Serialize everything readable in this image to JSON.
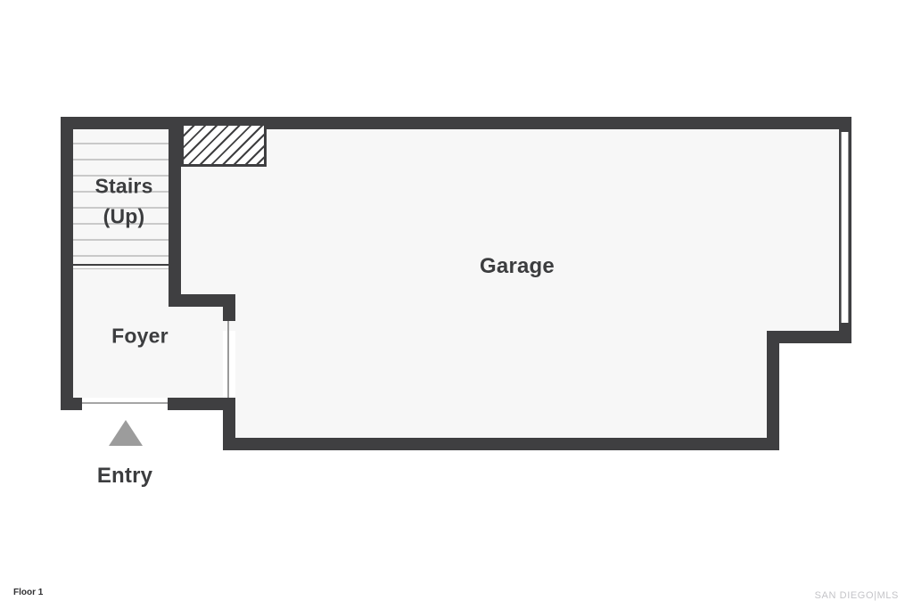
{
  "plan": {
    "floor_label": "Floor 1",
    "watermark": "SAN DIEGO|MLS",
    "rooms": {
      "stairs": {
        "line1": "Stairs",
        "line2": "(Up)"
      },
      "foyer": {
        "label": "Foyer"
      },
      "garage": {
        "label": "Garage"
      },
      "entry": {
        "label": "Entry"
      }
    },
    "icons": {
      "entry_arrow": "triangle-up-arrow",
      "stairs_hatch": "diagonal-hatch-area"
    },
    "colors": {
      "wall": "#3f3f41",
      "floor": "#f7f7f7",
      "stair_tread": "#c9c9c9",
      "entry_arrow": "#9c9c9c",
      "label_text": "#3c3d3f",
      "watermark_text": "#c4c4c8",
      "background": "#ffffff"
    }
  }
}
